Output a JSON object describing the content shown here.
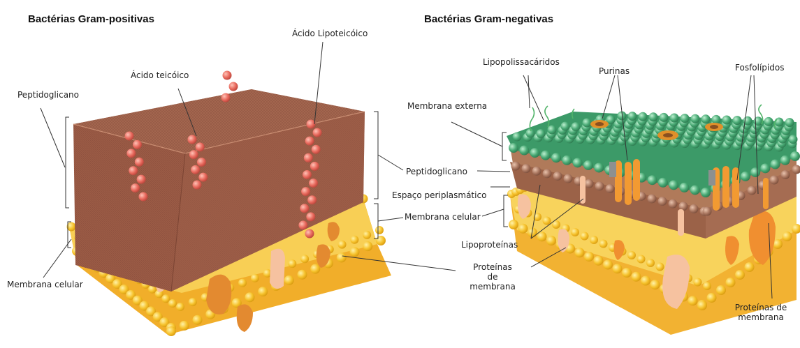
{
  "panels": {
    "gram_positive": {
      "title": "Bactérias Gram-positivas",
      "labels": {
        "lipoteichoic_acid": "Ácido Lipoteicóico",
        "teichoic_acid": "Ácido teicóico",
        "peptidoglycan": "Peptidoglicano",
        "cell_membrane": "Membrana celular"
      }
    },
    "gram_negative": {
      "title": "Bactérias Gram-negativas",
      "labels": {
        "lipopolysaccharides": "Lipopolissacáridos",
        "purines": "Purinas",
        "phospholipids": "Fosfolípidos",
        "outer_membrane": "Membrana externa",
        "peptidoglycan": "Peptidoglicano",
        "periplasmic_space": "Espaço periplasmático",
        "cell_membrane": "Membrana celular",
        "lipoproteins": "Lipoproteínas",
        "membrane_proteins_line1": "Proteínas",
        "membrane_proteins_line2": "de",
        "membrane_proteins_line3": "membrana",
        "membrane_proteins_right_line1": "Proteínas de",
        "membrane_proteins_right_line2": "membrana"
      }
    }
  },
  "colors": {
    "peptidoglycan": "#a0614a",
    "peptidoglycan_dark": "#7e4534",
    "membrane_yellow": "#f5c02a",
    "teichoic_beads": "#e8685c",
    "outer_membrane_green": "#3fa06e",
    "proteins": "#f0923a"
  }
}
